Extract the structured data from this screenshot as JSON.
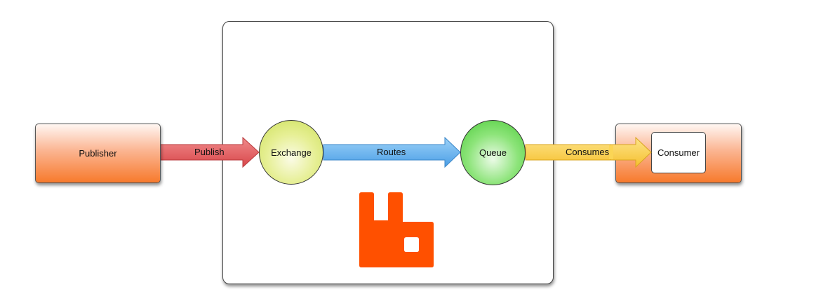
{
  "diagram": {
    "nodes": {
      "publisher": "Publisher",
      "exchange": "Exchange",
      "queue": "Queue",
      "consumer": "Consumer"
    },
    "edges": [
      {
        "from": "Publisher",
        "to": "Exchange",
        "label": "Publish",
        "color": "#e0595b"
      },
      {
        "from": "Exchange",
        "to": "Queue",
        "label": "Routes",
        "color": "#5aaef0"
      },
      {
        "from": "Queue",
        "to": "Consumer",
        "label": "Consumes",
        "color": "#f9cc3e"
      }
    ],
    "colors": {
      "publisher_fill": "#f77a2c",
      "exchange_fill": "#dbe87a",
      "queue_fill": "#6cd85a",
      "logo": "#ff5000"
    },
    "logo": "rabbitmq-logo"
  }
}
